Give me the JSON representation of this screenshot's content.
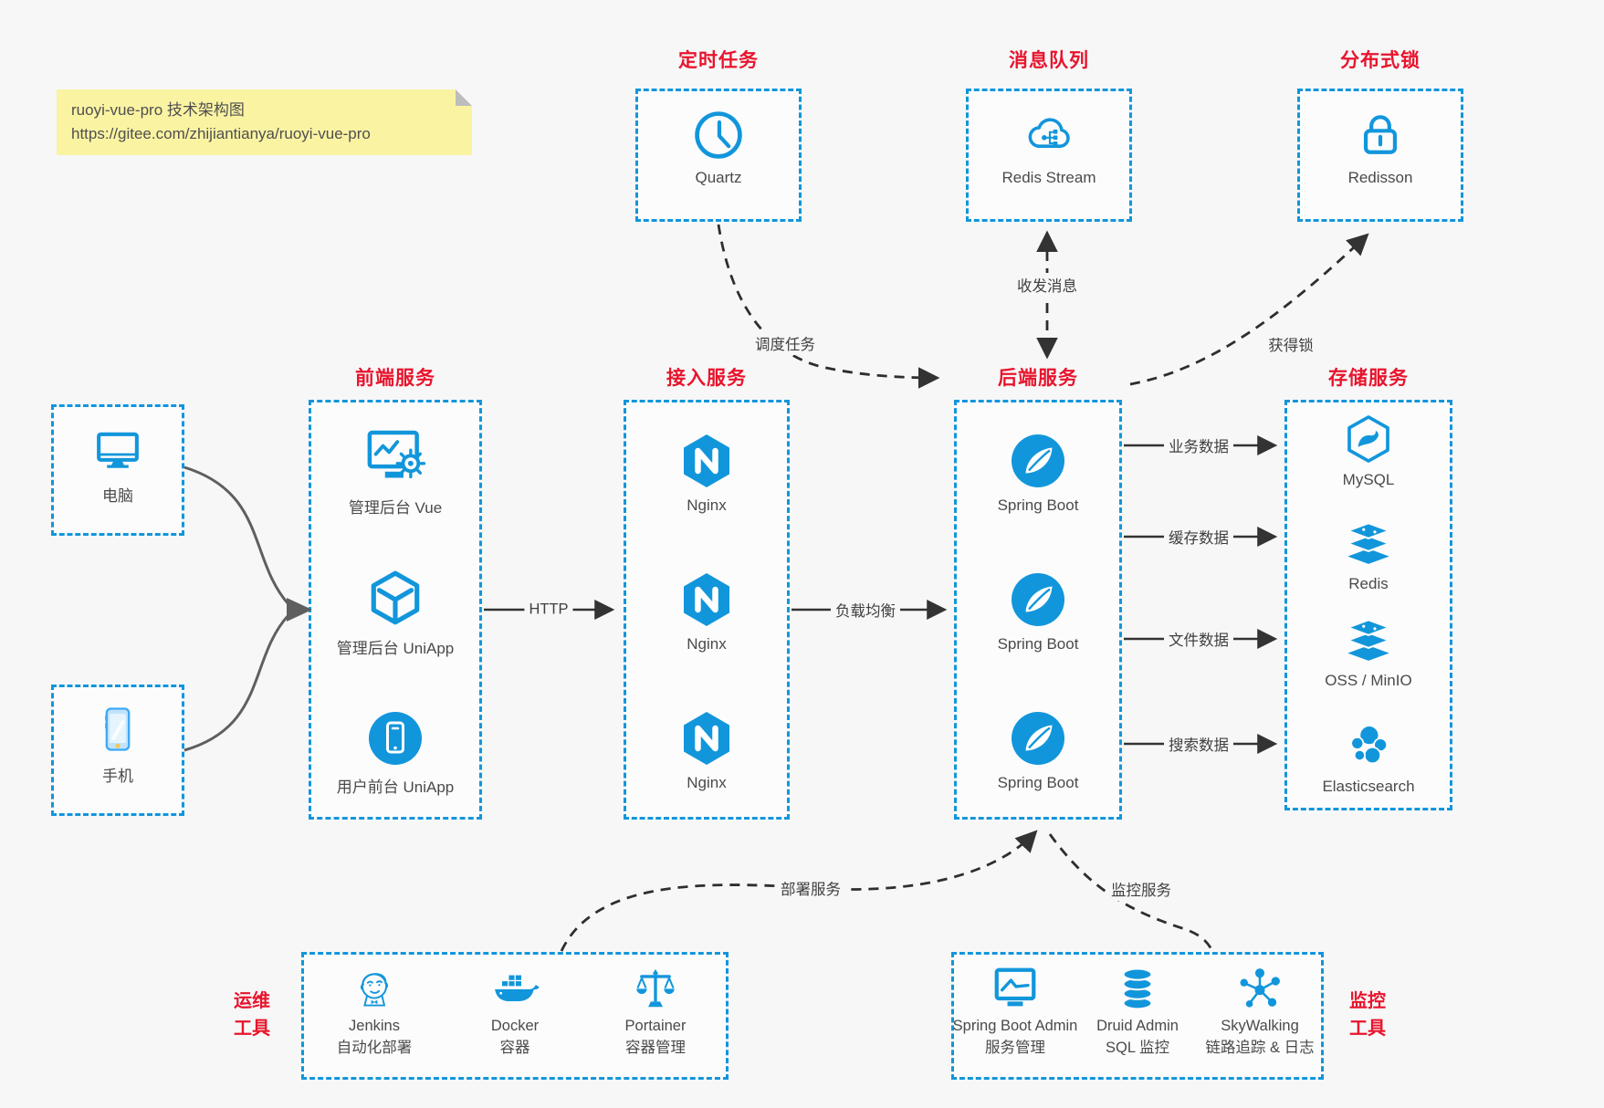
{
  "note": {
    "line1": "ruoyi-vue-pro 技术架构图",
    "line2": "https://gitee.com/zhijiantianya/ruoyi-vue-pro"
  },
  "top_services": [
    {
      "title": "定时任务",
      "label": "Quartz"
    },
    {
      "title": "消息队列",
      "label": "Redis Stream"
    },
    {
      "title": "分布式锁",
      "label": "Redisson"
    }
  ],
  "clients": [
    {
      "label": "电脑"
    },
    {
      "label": "手机"
    }
  ],
  "columns": {
    "frontend": {
      "title": "前端服务",
      "items": [
        "管理后台 Vue",
        "管理后台 UniApp",
        "用户前台 UniApp"
      ]
    },
    "access": {
      "title": "接入服务",
      "items": [
        "Nginx",
        "Nginx",
        "Nginx"
      ]
    },
    "backend": {
      "title": "后端服务",
      "items": [
        "Spring Boot",
        "Spring Boot",
        "Spring Boot"
      ]
    },
    "storage": {
      "title": "存储服务",
      "items": [
        "MySQL",
        "Redis",
        "OSS / MinIO",
        "Elasticsearch"
      ]
    }
  },
  "edge_labels": {
    "http": "HTTP",
    "load_balance": "负载均衡",
    "schedule": "调度任务",
    "send_receive": "收发消息",
    "acquire_lock": "获得锁",
    "business_data": "业务数据",
    "cache_data": "缓存数据",
    "file_data": "文件数据",
    "search_data": "搜索数据",
    "deploy": "部署服务",
    "monitor": "监控服务"
  },
  "ops_tools": {
    "label_line1": "运维",
    "label_line2": "工具",
    "items": [
      {
        "name": "Jenkins",
        "desc": "自动化部署"
      },
      {
        "name": "Docker",
        "desc": "容器"
      },
      {
        "name": "Portainer",
        "desc": "容器管理"
      }
    ]
  },
  "monitor_tools": {
    "label_line1": "监控",
    "label_line2": "工具",
    "items": [
      {
        "name": "Spring Boot Admin",
        "desc": "服务管理"
      },
      {
        "name": "Druid Admin",
        "desc": "SQL 监控"
      },
      {
        "name": "SkyWalking",
        "desc": "链路追踪 & 日志"
      }
    ]
  },
  "colors": {
    "accent_blue": "#1296DB",
    "title_red": "#E8142D",
    "note_bg": "#FAF3A2",
    "background": "#F7F7F7"
  }
}
